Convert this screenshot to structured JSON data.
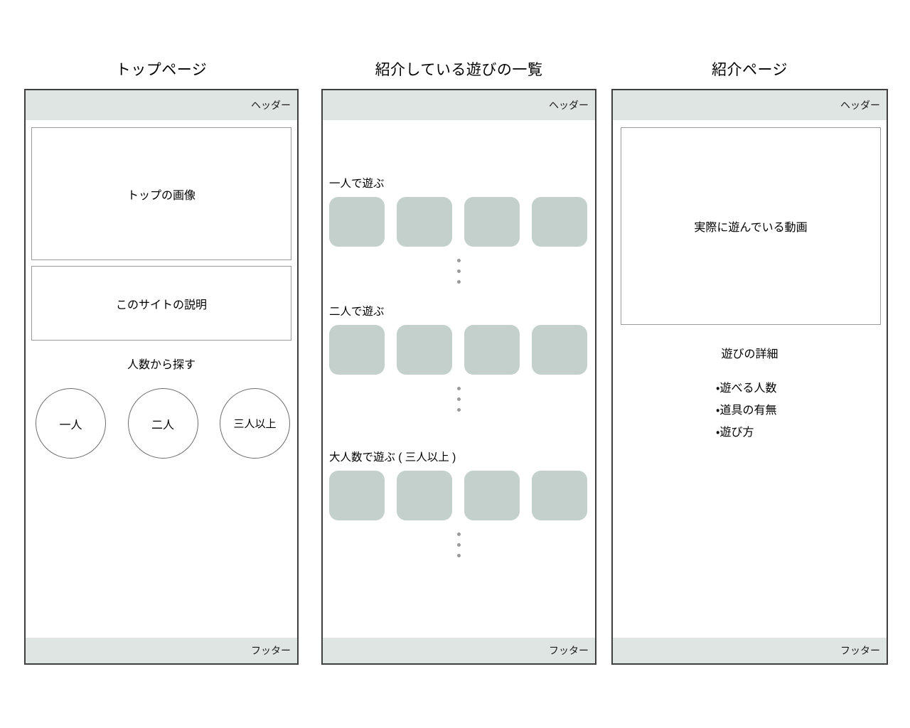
{
  "colors": {
    "bar_background": "#dfe5e3",
    "card_background": "#c4d0cc",
    "panel_border": "#3f3f3f",
    "box_border": "#9a9a9a",
    "dot": "#9a9a9a",
    "page_background": "#ffffff"
  },
  "panels": {
    "top_page": {
      "title": "トップページ",
      "header_label": "ヘッダー",
      "footer_label": "フッター",
      "top_image_label": "トップの画像",
      "site_description_label": "このサイトの説明",
      "search_heading": "人数から探す",
      "circles": [
        {
          "label": "一人"
        },
        {
          "label": "二人"
        },
        {
          "label": "三人以上"
        }
      ]
    },
    "list_page": {
      "title": "紹介している遊びの一覧",
      "header_label": "ヘッダー",
      "footer_label": "フッター",
      "sections": [
        {
          "label": "一人で遊ぶ",
          "card_count": 4
        },
        {
          "label": "二人で遊ぶ",
          "card_count": 4
        },
        {
          "label": "大人数で遊ぶ ( 三人以上 )",
          "card_count": 4
        }
      ]
    },
    "detail_page": {
      "title": "紹介ページ",
      "header_label": "ヘッダー",
      "footer_label": "フッター",
      "video_label": "実際に遊んでいる動画",
      "detail_heading": "遊びの詳細",
      "detail_items": [
        "・遊べる人数",
        "・道具の有無",
        "・遊び方"
      ]
    }
  }
}
